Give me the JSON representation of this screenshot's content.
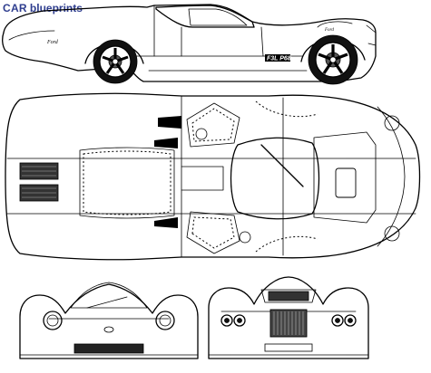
{
  "logo": {
    "car": "CAR",
    "blueprints": "blueprints"
  },
  "side_view": {
    "door_script": "Ford",
    "side_marking": "F3L P68"
  },
  "colors": {
    "logo": "#2f3e8f",
    "line": "#000000",
    "background": "#ffffff"
  }
}
